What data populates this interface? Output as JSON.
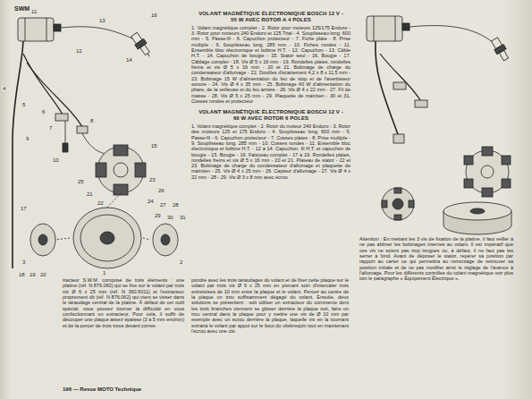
{
  "diagram": {
    "labels": [
      "SWM",
      "VOLANT MAGNÉTIQUE ÉLECTRONIQUE BOSCH 12 V - 55 W AVEC ROTOR A 4 POLES",
      "1. Volant magnétique complet - 2. Rotor pour moteurs 125/175 Enduro - 3. Rotor pour moteurs 240 Enduro et 125 Trial - 4. Souplisseau long. 600 mm - 5. Passe-fil - 6. Capuchon protecteur - 7. Fiche plate - 8. Prise multiple - 9. Souplisseau long. 285 mm - 10. Fiches rondes - 11. Ensemble bloc électronique et bobine H.T. - 12. Capuchon - 13. Câble H.T. - 14. Capuchon de bougie - 15. Stator seul - 16. Bougie - 17. Câblage complet - 18. Vis Ø 5 x 16 mm - 19. Rondelles plates, rondelles freins et vis Ø 5 x 16 mm - 20 et 21. Bobinage de charge du condensateur d'allumage - 22. Douilles d'écartement 4,2 x 8 x 11,5 mm - 23. Bobinage 15 W d'alimentation du feu de stop et de l'avertisseur sonore - 24. Vis Ø 4 x 35 mm - 25. Bobinage 40 W d'alimentation du phare, de la veilleuse et du feu arrière - 26. Vis Ø 4 x 22 mm - 27. Fil de masse - 28. Vis Ø 5 x 25 mm - 29. Plaquette de maintien - 30 et 31. Cosses rondes et protecteur",
      "VOLANT MAGNÉTIQUE ÉLECTRONIQUE BOSCH 12 V - 60 W AVEC ROTOR 6 POLES",
      "1. Volant magnétique complet - 2. Rotor du moteur 240 Enduro - 3. Rotor des moteurs 125 et 175 Enduro - 4. Souplisseau long. 600 mm - 5. Passe-fil - 6. Capuchon protecteur - 7. Cosses plates - 8. Prise multiple - 9. Souplisseau long. 285 mm - 10. Cosses rondes - 11. Ensemble bloc électronique et bobine H.T. - 12 à 14. Capuchon, fil H.T. et capuchon de bougie - 15. Bougie - 16. Faisceau complet - 17 à 19. Rondelles plates, rondelles freins et vis Ø 5 x 16 mm - 20 et 21. Plateau de stator - 22 et 23. Bobinage de charge du condensateur d'allumage et plaquette de maintien - 25. Vis Ø 4 x 25 mm - 26. Capteur d'allumage - 27. Vis Ø 4 x 22 mm - 28 - 29. Vis Ø 3 x 8 mm avec écrou",
      "tracteur S.W.M. composé de trois éléments : une platine (réf. N 876.060) qui se fixe sur le volant par trois vis Ø 6 x 25 mm (réf. N 360.5011) et l'extracteur proprement dit (réf. N 876.062) qui vient se visser dans le taraudage central de la platine. À défaut de cet outil spécial, vous pouvez tourner la difficulté en vous confectionnant un extracteur. Pour cela, il suffit de découper une plaque assez épaisse (3 à 5 mm environ) et de la percer de trois trous devant corres-",
      "pondre avec les trois taraudages du volant et de fixer cette plaque sur le volant par trois vis Ø 6 x 25 mm en prenant soin d'intercaler trois entretoises de 10 mm entre la plaque et le volant. Percez au centre de la plaque un trou suffisamment dégagé du volant. Ensuite, deux solutions se présentent : soit utiliser un extracteur du commerce dont les trois branches viennent se glisser derrière la plaque soit, faire un trou central dans la plaque pour y mettre une vis de Ø 10 mm par exemple avec un écrou derrière la plaque, laquelle vis en la tournant extraira le volant par appui sur le bout du vilebrequin tout en maintenant l'écrou avec une clé.",
      "Attention : En mettant les 3 vis de fixation de la platine, il faut veiller à ne pas abîmer les bobinages internes au volant. Il est impératif que ces vis ne soient pas trop longues ou, à défaut, il ne faut pas les serrer à fond. Avant de déposer le stator, repérer sa position par rapport au carter ce qui permettra au remontage de retrouver sa position initiale et de ne pas modifier ainsi le réglage de l'avance à l'allumage. Pour les différents contrôles du volant magnétique voir plus loin le paragraphe « Équipement Électrique ».",
      "196 — Revue MOTO Technique",
      "16",
      "14",
      "13",
      "12",
      "11",
      "4",
      "5",
      "6",
      "7",
      "8",
      "9",
      "10",
      "15",
      "25",
      "21",
      "22",
      "23",
      "26",
      "24",
      "27",
      "28",
      "29",
      "30",
      "31",
      "17",
      "3",
      "1",
      "2",
      "18",
      "19",
      "20"
    ]
  }
}
